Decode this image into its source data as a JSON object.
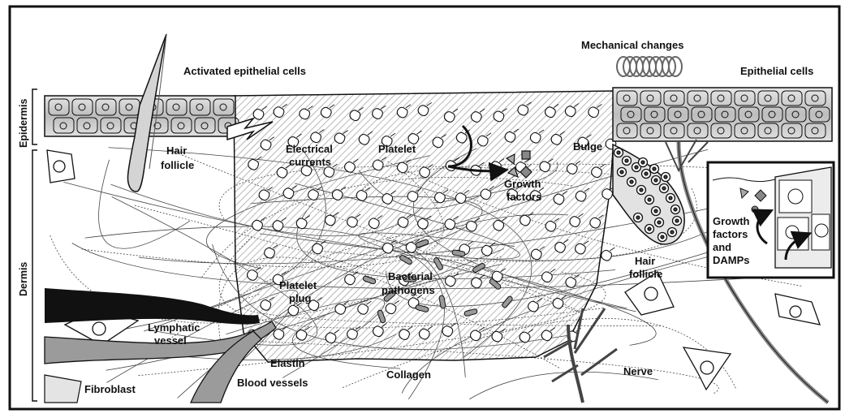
{
  "labels": {
    "epidermis": "Epidermis",
    "dermis": "Dermis",
    "activated_epithelial_cells": "Activated epithelial cells",
    "mechanical_changes": "Mechanical changes",
    "epithelial_cells": "Epithelial cells",
    "hair_follicle_left": [
      "Hair",
      "follicle"
    ],
    "electrical_currents": [
      "Electrical",
      "currents"
    ],
    "platelet": "Platelet",
    "growth_factors": [
      "Growth",
      "factors"
    ],
    "bulge": "Bulge",
    "inset_growth_factors": [
      "Growth",
      "factors",
      "and",
      "DAMPs"
    ],
    "hair_follicle_right": [
      "Hair",
      "follicle"
    ],
    "platelet_plug": [
      "Platelet",
      "plug"
    ],
    "bacterial_pathogens": [
      "Bacterial",
      "pathogens"
    ],
    "lymphatic_vessel": [
      "Lymphatic",
      "vessel"
    ],
    "elastin": "Elastin",
    "collagen": "Collagen",
    "nerve": "Nerve",
    "fibroblast": "Fibroblast",
    "blood_vessels": "Blood vessels"
  },
  "colors": {
    "outline": "#111111",
    "epidermis_fill": "#cfcfcf",
    "clot_hatch": "#9a9a9a",
    "vessel_grey": "#9b9b9b",
    "lymph_black": "#111111"
  }
}
